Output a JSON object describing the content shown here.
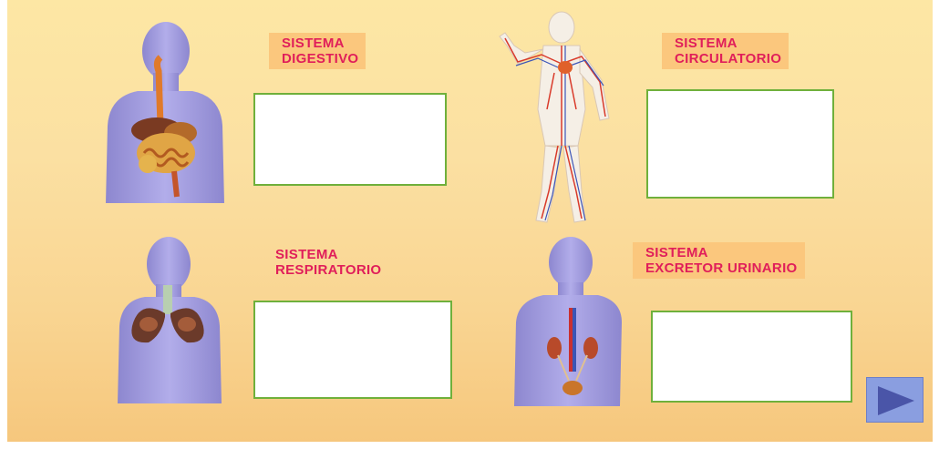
{
  "systems": {
    "digestive": {
      "title": [
        "SISTEMA",
        "DIGESTIVO"
      ],
      "icon": "digestive-torso-icon"
    },
    "circulatory": {
      "title": [
        "SISTEMA",
        "CIRCULATORIO"
      ],
      "icon": "circulatory-body-icon"
    },
    "respiratory": {
      "title": [
        "SISTEMA",
        "RESPIRATORIO"
      ],
      "icon": "respiratory-torso-icon"
    },
    "urinary": {
      "title": [
        "SISTEMA",
        "EXCRETOR URINARIO"
      ],
      "icon": "urinary-torso-icon"
    }
  },
  "navigation": {
    "next_icon": "play-arrow-icon"
  },
  "colors": {
    "label_text": "#e01e5a",
    "label_bg": "#fbc77d",
    "box_border": "#6fb03b",
    "figure": "#9f9ad8",
    "button": "#8a9ee0",
    "arrow": "#4a55a8"
  }
}
